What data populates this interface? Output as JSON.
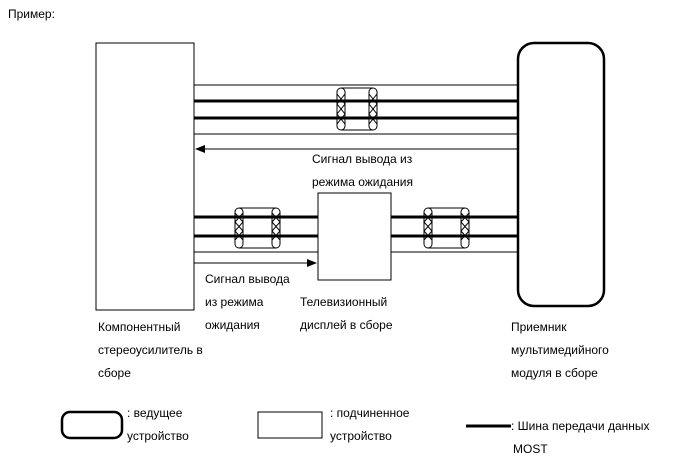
{
  "heading": "Пример:",
  "labels": {
    "signal_top_line1": "Сигнал вывода из",
    "signal_top_line2": "режима ожидания",
    "signal_bottom_line1": "Сигнал вывода",
    "signal_bottom_line2": "из режима",
    "signal_bottom_line3": "ожидания",
    "tv_line1": "Телевизионный",
    "tv_line2": "дисплей в сборе",
    "amp_line1": "Компонентный",
    "amp_line2": "стереоусилитель в",
    "amp_line3": "сборе",
    "receiver_line1": "Приемник",
    "receiver_line2": "мультимедийного",
    "receiver_line3": "модуля в сборе"
  },
  "legend": {
    "master_line1": ": ведущее",
    "master_line2": "устройство",
    "slave_line1": ": подчиненное",
    "slave_line2": "устройство",
    "bus_line1": ": Шина передачи данных",
    "bus_line2": "MOST"
  }
}
